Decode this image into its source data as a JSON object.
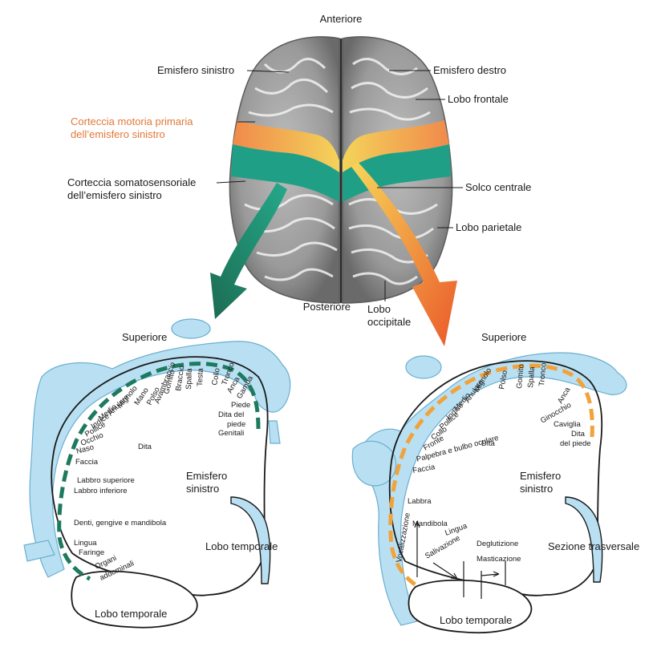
{
  "colors": {
    "motor": "#f08a4b",
    "somato": "#1fa086",
    "dash_somato": "#1d7a5e",
    "dash_motor": "#f0a33c",
    "homunculus": "#b9e0f2",
    "homunculus_stroke": "#6aaed0",
    "brain_light": "#c9c9c9",
    "brain_dark": "#6f6f6f"
  },
  "brain": {
    "anterior": "Anteriore",
    "posterior": "Posteriore",
    "left_hemisphere": "Emisfero sinistro",
    "right_hemisphere": "Emisfero destro",
    "frontal_lobe": "Lobo frontale",
    "motor_cortex": [
      "Corteccia motoria primaria",
      "dell’emisfero sinistro"
    ],
    "somato_cortex": [
      "Corteccia somatosensoriale",
      "dell’emisfero sinistro"
    ],
    "central_sulcus": "Solco centrale",
    "parietal_lobe": "Lobo parietale",
    "occipital_lobe": [
      "Lobo",
      "occipitale"
    ]
  },
  "sensory_map": {
    "superior": "Superiore",
    "hemisphere": [
      "Emisfero",
      "sinistro"
    ],
    "temporal_lobe_right": "Lobo temporale",
    "temporal_lobe_bottom": "Lobo temporale",
    "dita_group": "Dita",
    "labels": [
      "Genitali",
      "Dita del",
      "piede",
      "Piede",
      "Gamba",
      "Anca",
      "Tronco",
      "Collo",
      "Testa",
      "Spalla",
      "Braccio",
      "Gomito",
      "Avambraccio",
      "Polso",
      "Mano",
      "Mignolo",
      "Anulare",
      "Medio",
      "Indice",
      "Pollice",
      "Occhio",
      "Naso",
      "Faccia",
      "Labbro superiore",
      "Labbro inferiore",
      "Denti, gengive e mandibola",
      "Lingua",
      "Faringe",
      "Organi",
      "addominali"
    ]
  },
  "motor_map": {
    "superior": "Superiore",
    "hemisphere": [
      "Emisfero",
      "sinistro"
    ],
    "section": "Sezione trasversale",
    "temporal_lobe": "Lobo temporale",
    "dita_group": "Dita",
    "labels": [
      "Dita",
      "del piede",
      "Caviglia",
      "Ginocchio",
      "Anca",
      "Tronco",
      "Spalla",
      "Gomito",
      "Polso",
      "Mignolo",
      "Anulare",
      "Medio",
      "Indice",
      "Pollice",
      "Collo",
      "Fronte",
      "Palpebra e bulbo oculare",
      "Faccia",
      "Labbra",
      "Mandibola",
      "Lingua",
      "Deglutizione",
      "Masticazione",
      "Salivazione",
      "Vocalizzazione"
    ]
  }
}
